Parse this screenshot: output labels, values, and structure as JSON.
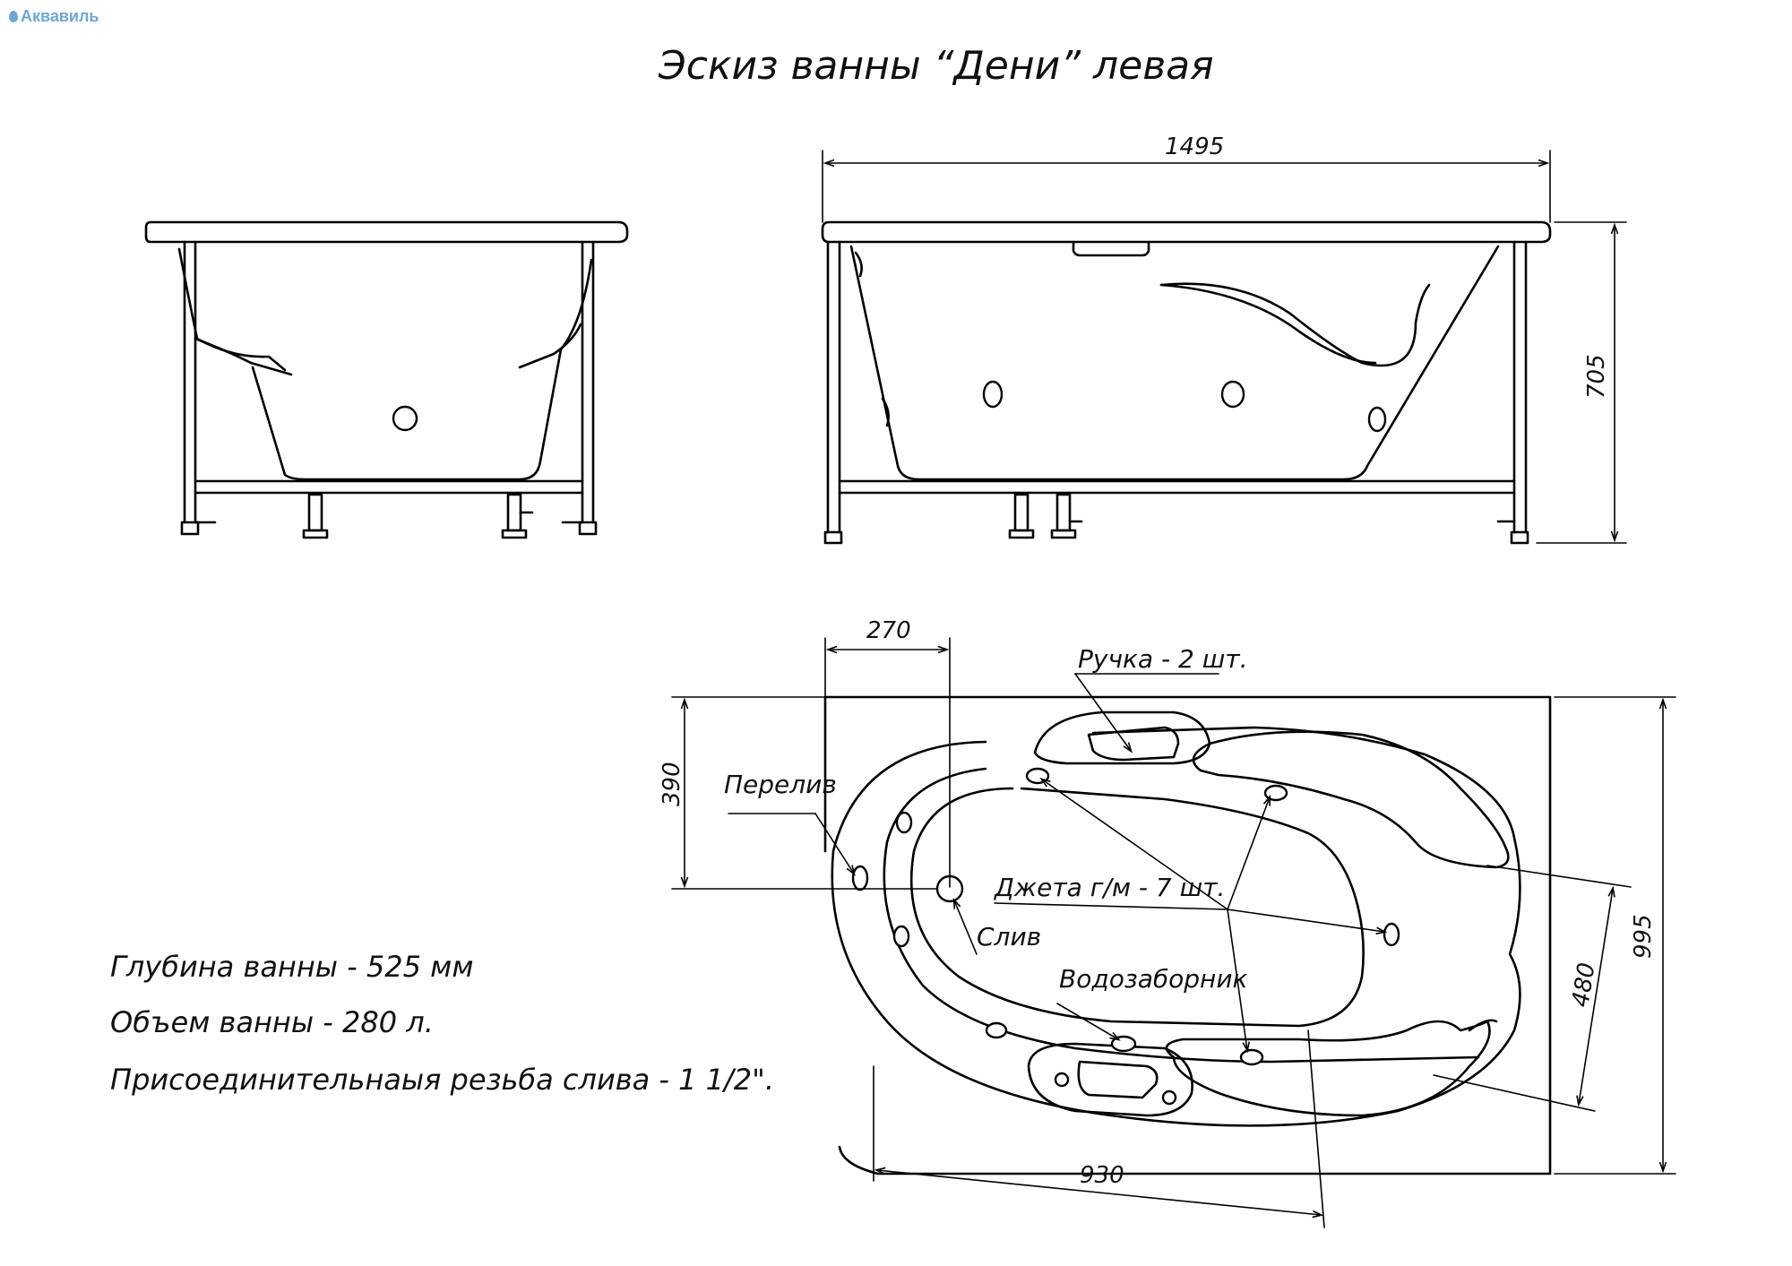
{
  "brand": {
    "name": "Аквавиль",
    "color": "#6fa6d6"
  },
  "title": "Эскиз ванны “Дени”  левая",
  "dimensions": {
    "length": "1495",
    "height": "705",
    "top_offset": "270",
    "drain_offset": "390",
    "width_total": "995",
    "width_inner": "480",
    "bottom_width": "930"
  },
  "labels": {
    "handle": "Ручка - 2 шт.",
    "overflow": "Перелив",
    "jets": "Джета г/м - 7 шт.",
    "drain": "Слив",
    "intake": "Водозаборник"
  },
  "notes": [
    "Глубина ванны - 525 мм",
    "Объем ванны - 280 л.",
    "Присоединительнаыя резьба слива - 1 1/2\"."
  ]
}
